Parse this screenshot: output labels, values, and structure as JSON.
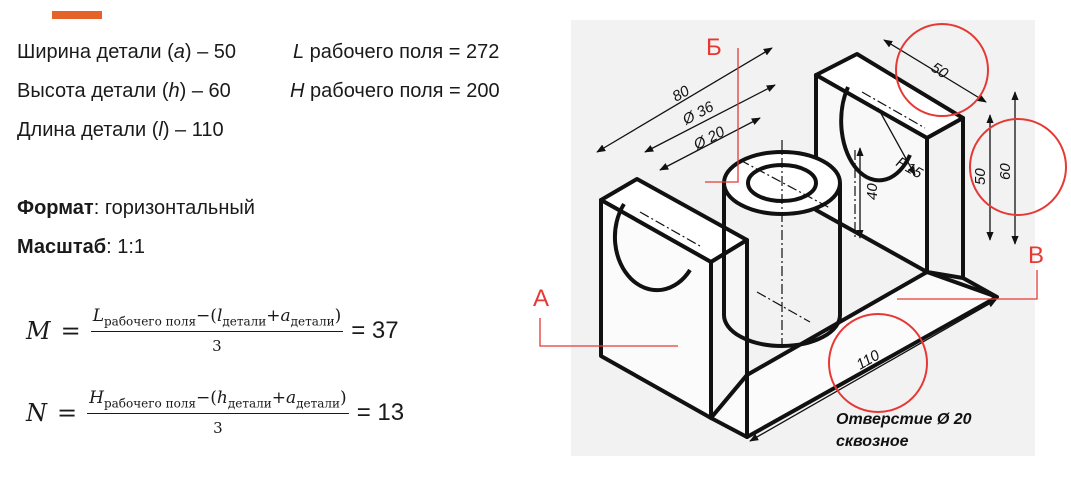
{
  "params": {
    "width_label": "Ширина детали (",
    "width_var": "a",
    "width_value": ") – 50",
    "L_var": "L",
    "L_label": " рабочего поля = 272",
    "height_label": "Высота детали (",
    "height_var": "h",
    "height_value": ") – 60",
    "H_var": "H",
    "H_label": " рабочего поля = 200",
    "length_label": "Длина детали (",
    "length_var": "l",
    "length_value": ") – 110",
    "format_key": "Формат",
    "format_value": ": горизонтальный",
    "scale_key": "Масштаб",
    "scale_value": ": 1:1"
  },
  "formulas": {
    "m": {
      "var": "M",
      "eq": "=",
      "num_L": "L",
      "num_L_sub": "рабочего поля",
      "num_mid": "−(",
      "num_l": "l",
      "num_l_sub": "детали",
      "num_plus": "+",
      "num_a": "a",
      "num_a_sub": "детали",
      "num_close": ")",
      "den": "3",
      "result": "= 37"
    },
    "n": {
      "var": "N",
      "eq": "=",
      "num_H": "H",
      "num_H_sub": "рабочего поля",
      "num_mid": "−(",
      "num_h": "h",
      "num_h_sub": "детали",
      "num_plus": "+",
      "num_a": "a",
      "num_a_sub": "детали",
      "num_close": ")",
      "den": "3",
      "result": "= 13"
    }
  },
  "drawing": {
    "label_a": "А",
    "label_b": "Б",
    "label_v": "В",
    "dim_80": "80",
    "dim_d36": "Ø 36",
    "dim_d20": "Ø 20",
    "dim_r15": "R15",
    "dim_40": "40",
    "dim_50_top": "50",
    "dim_50_side": "50",
    "dim_60": "60",
    "dim_110": "110",
    "note_line1": "Отверстие Ø 20",
    "note_line2": "сквозное",
    "colors": {
      "annotation": "#e53935",
      "ink": "#111111",
      "paper": "#f2f2f2"
    }
  }
}
